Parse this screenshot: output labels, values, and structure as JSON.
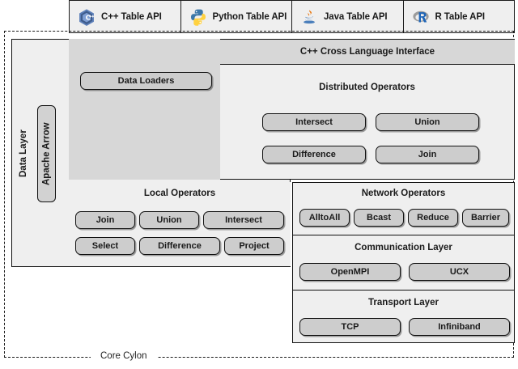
{
  "diagram": {
    "core_boundary_label": "Core Cylon",
    "accent_colors": {
      "panel_light": "#efefef",
      "panel_dark": "#d7d7d7",
      "chip_fill": "#cdcdcd",
      "outline": "#111111",
      "cpp_blue": "#5C7FB9",
      "python_blue": "#3C78A9",
      "python_yellow": "#FFD140",
      "java_orange": "#E76F00",
      "java_blue": "#4A7EBB",
      "r_blue": "#1F65B7",
      "r_grey": "#9C9C9C"
    }
  },
  "api_strip": {
    "items": [
      {
        "label": "C++ Table API",
        "icon": "cpp-logo-icon"
      },
      {
        "label": "Python Table API",
        "icon": "python-logo-icon"
      },
      {
        "label": "Java Table API",
        "icon": "java-logo-icon"
      },
      {
        "label": "R Table API",
        "icon": "r-logo-icon"
      }
    ]
  },
  "data_layer": {
    "label": "Data Layer",
    "apache_arrow_label": "Apache Arrow",
    "loaders": [
      {
        "label": "Data Loaders"
      }
    ]
  },
  "cross_language_interface": {
    "title": "C++ Cross Language Interface"
  },
  "distributed_operators": {
    "title": "Distributed Operators",
    "items": [
      {
        "label": "Intersect"
      },
      {
        "label": "Union"
      },
      {
        "label": "Difference"
      },
      {
        "label": "Join"
      }
    ]
  },
  "local_operators": {
    "title": "Local Operators",
    "items": [
      {
        "label": "Join"
      },
      {
        "label": "Union"
      },
      {
        "label": "Intersect"
      },
      {
        "label": "Select"
      },
      {
        "label": "Difference"
      },
      {
        "label": "Project"
      }
    ]
  },
  "network_operators": {
    "title": "Network Operators",
    "items": [
      {
        "label": "AlltoAll"
      },
      {
        "label": "Bcast"
      },
      {
        "label": "Reduce"
      },
      {
        "label": "Barrier"
      }
    ]
  },
  "communication_layer": {
    "title": "Communication Layer",
    "items": [
      {
        "label": "OpenMPI"
      },
      {
        "label": "UCX"
      }
    ]
  },
  "transport_layer": {
    "title": "Transport Layer",
    "items": [
      {
        "label": "TCP"
      },
      {
        "label": "Infiniband"
      }
    ]
  }
}
